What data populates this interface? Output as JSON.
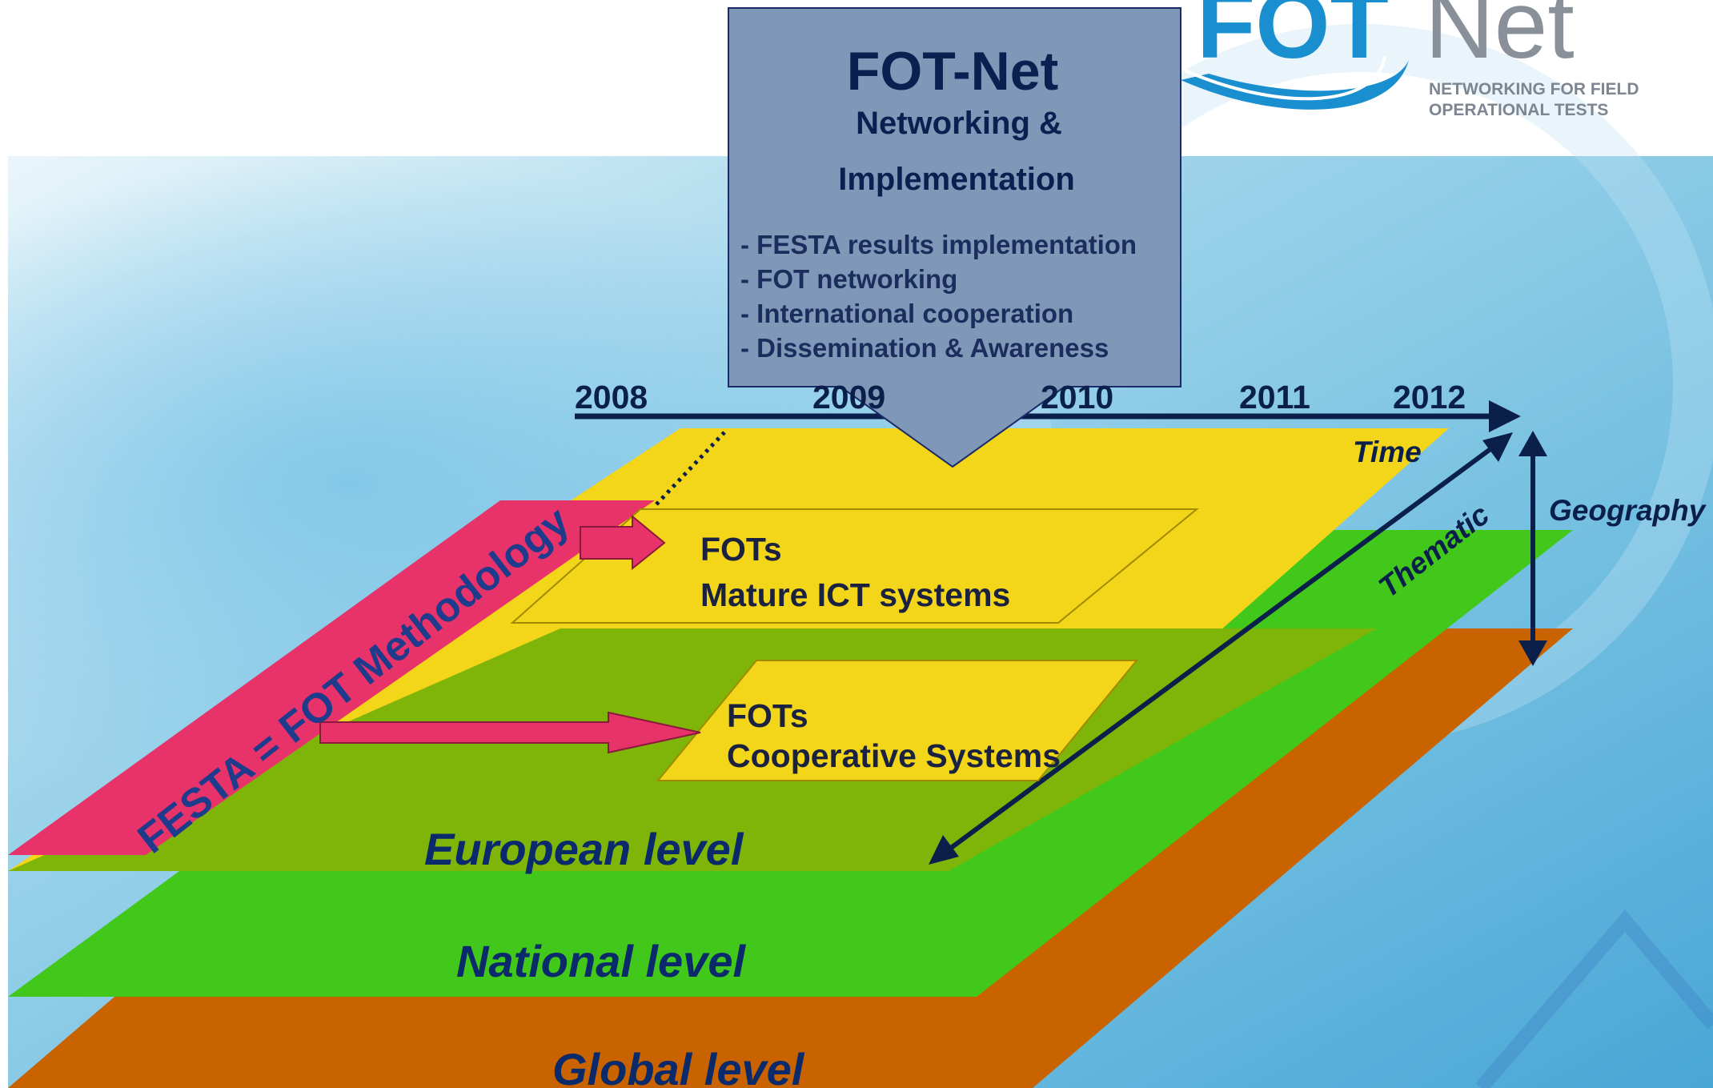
{
  "logo": {
    "word_left": "FOT",
    "word_right": "Net",
    "tagline_1": "NETWORKING FOR FIELD",
    "tagline_2": "OPERATIONAL TESTS",
    "colors": {
      "blue": "#1a8fd0",
      "grey": "#8a9099"
    }
  },
  "fotnet_box": {
    "title": "FOT-Net",
    "subtitle_1": "Networking &",
    "subtitle_2": "Implementation",
    "items": [
      "- FESTA results implementation",
      "- FOT networking",
      "- International cooperation",
      "- Dissemination & Awareness"
    ],
    "color": "#8098b8"
  },
  "timeline": {
    "years": [
      "2008",
      "2009",
      "2010",
      "2011",
      "2012"
    ],
    "axis_labels": {
      "time": "Time",
      "thematic": "Thematic",
      "geography": "Geography"
    }
  },
  "levels": {
    "european": "European level",
    "national": "National level",
    "global": "Global level"
  },
  "fot_boxes": [
    {
      "line_1": "FOTs",
      "line_2": "Mature ICT systems"
    },
    {
      "line_1": "FOTs",
      "line_2": "Cooperative Systems"
    }
  ],
  "festa": {
    "label": "FESTA = FOT Methodology",
    "color": "#e8336a"
  },
  "colors": {
    "yellow": "#f3d51a",
    "green": "#42c81a",
    "olive": "#7fb508",
    "orange": "#c86300",
    "dark_navy": "#0b1f4b"
  }
}
